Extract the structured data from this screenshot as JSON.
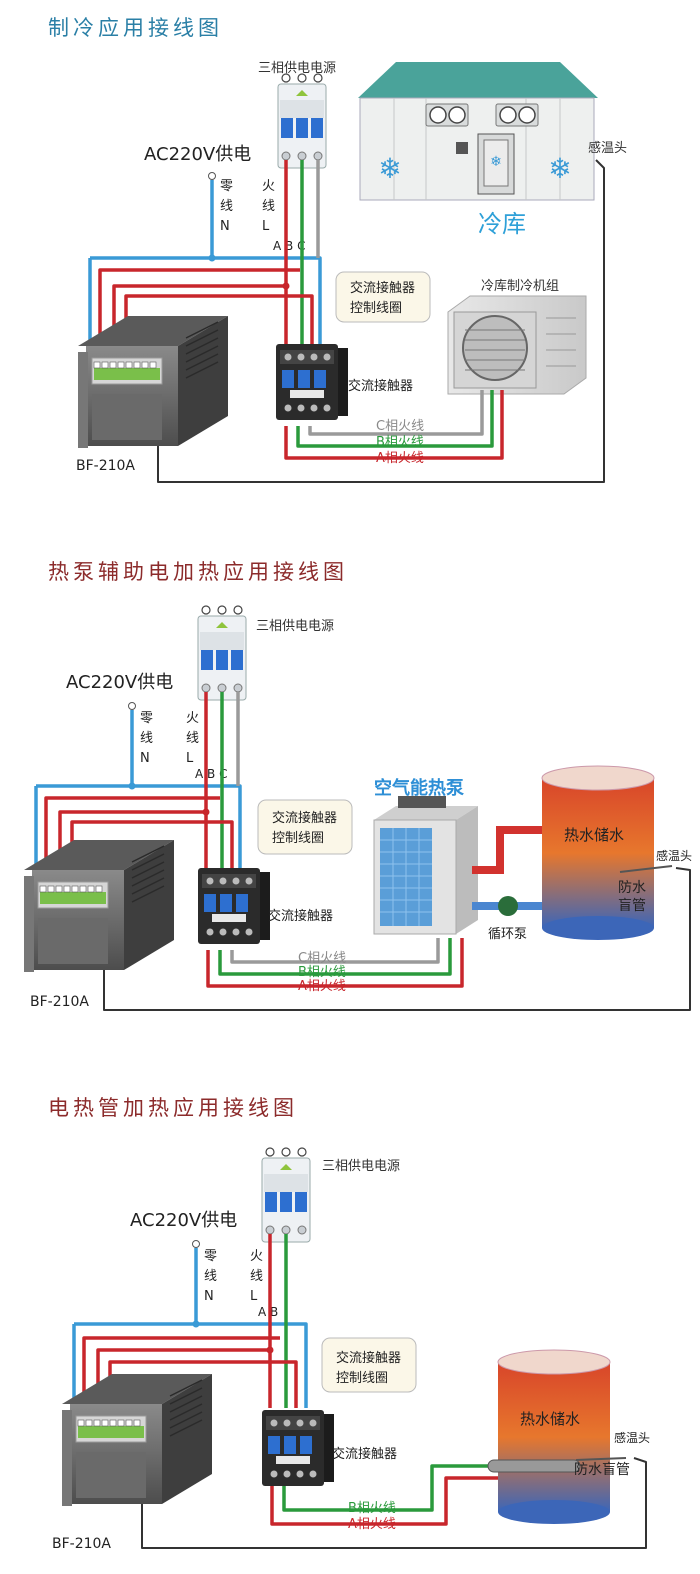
{
  "sections": [
    {
      "title": "制冷应用接线图",
      "power_label": "三相供电电源",
      "ac_label": "AC220V供电",
      "neutral": [
        "零",
        "线",
        "N"
      ],
      "live": [
        "火",
        "线",
        "L"
      ],
      "phases": "A B C",
      "coil_label": [
        "交流接触器",
        "控制线圈"
      ],
      "contactor_label": "交流接触器",
      "controller": "BF-210A",
      "wires": [
        "C相火线",
        "B相火线",
        "A相火线"
      ],
      "room_label": "冷库",
      "unit_label": "冷库制冷机组",
      "sensor_label": "感温头"
    },
    {
      "title": "热泵辅助电加热应用接线图",
      "power_label": "三相供电电源",
      "ac_label": "AC220V供电",
      "neutral": [
        "零",
        "线",
        "N"
      ],
      "live": [
        "火",
        "线",
        "L"
      ],
      "phases": "A B C",
      "coil_label": [
        "交流接触器",
        "控制线圈"
      ],
      "contactor_label": "交流接触器",
      "controller": "BF-210A",
      "wires": [
        "C相火线",
        "B相火线",
        "A相火线"
      ],
      "heatpump_label": "空气能热泵",
      "tank_label": "热水储水",
      "pump_label": "循环泵",
      "pipe_label": [
        "防水",
        "盲管"
      ],
      "sensor_label": "感温头"
    },
    {
      "title": "电热管加热应用接线图",
      "power_label": "三相供电电源",
      "ac_label": "AC220V供电",
      "neutral": [
        "零",
        "线",
        "N"
      ],
      "live": [
        "火",
        "线",
        "L"
      ],
      "phases": "A B",
      "coil_label": [
        "交流接触器",
        "控制线圈"
      ],
      "contactor_label": "交流接触器",
      "controller": "BF-210A",
      "wires": [
        "B相火线",
        "A相火线"
      ],
      "tank_label": "热水储水",
      "pipe_label": "防水盲管",
      "sensor_label": "感温头"
    }
  ],
  "colors": {
    "red": "#c8262c",
    "green": "#2a9a3c",
    "grey": "#9a9a9a",
    "blue": "#3a9ad6",
    "title_blue": "#2a7fa6",
    "title_red": "#8c2b2b",
    "roof": "#4aa39a",
    "snow": "#3a9ad6"
  }
}
